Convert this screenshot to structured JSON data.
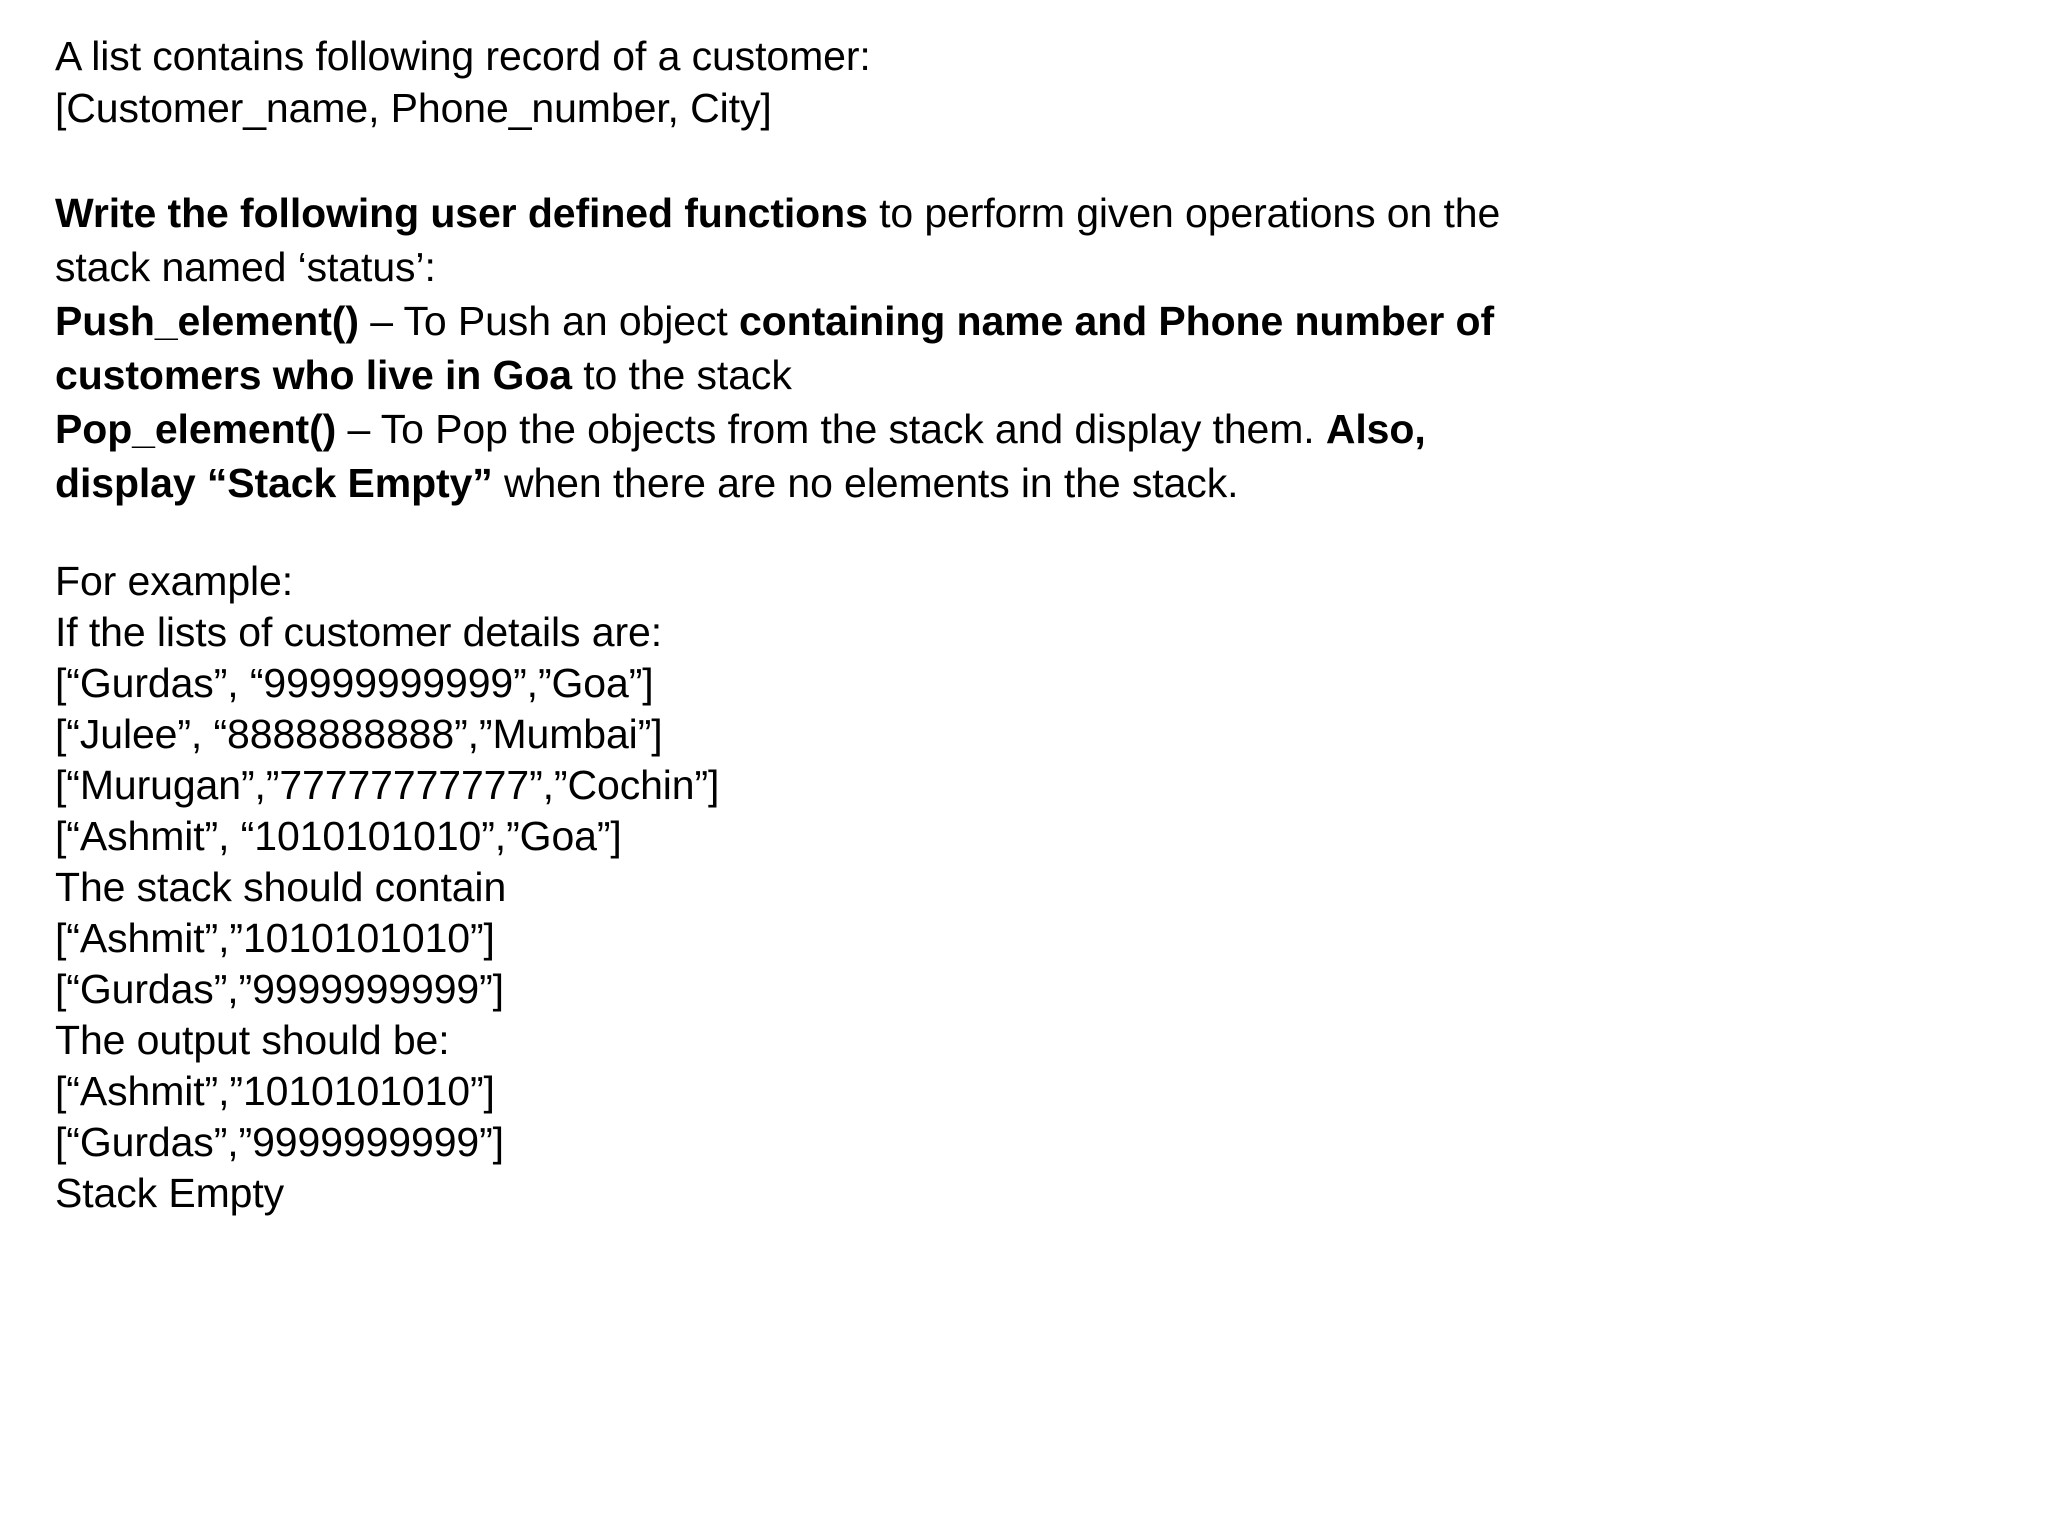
{
  "document": {
    "intro": {
      "line1": "A list contains following record of a customer:",
      "line2": "[Customer_name, Phone_number, City]"
    },
    "instructions": {
      "write_bold": "Write the following user defined functions",
      "write_rest": " to perform given operations on the",
      "write_cont": "stack named ‘status’:",
      "push_name": "Push_element()",
      "push_sep": " – To Push an object ",
      "push_bold": "containing name and Phone number of",
      "push_bold_cont": "customers who live in Goa",
      "push_tail": " to the stack",
      "pop_name": "Pop_element()",
      "pop_sep": " – To Pop the objects from the stack and display them. ",
      "pop_bold_also": "Also,",
      "pop_bold_display": "display “Stack Empty”",
      "pop_tail": " when there are no elements in the stack."
    },
    "example": {
      "heading": "For example:",
      "input_heading": "If the lists of customer details are:",
      "input_records": [
        "[“Gurdas”, “99999999999”,”Goa”]",
        "[“Julee”, “8888888888”,”Mumbai”]",
        "[“Murugan”,”77777777777”,”Cochin”]",
        "[“Ashmit”, “1010101010”,”Goa”]"
      ],
      "stack_heading": "The stack should contain",
      "stack_contents": [
        "[“Ashmit”,”1010101010”]",
        "[“Gurdas”,”9999999999”]"
      ],
      "output_heading": "The output should be:",
      "output_lines": [
        "[“Ashmit”,”1010101010”]",
        "[“Gurdas”,”9999999999”]",
        "Stack Empty"
      ]
    }
  }
}
